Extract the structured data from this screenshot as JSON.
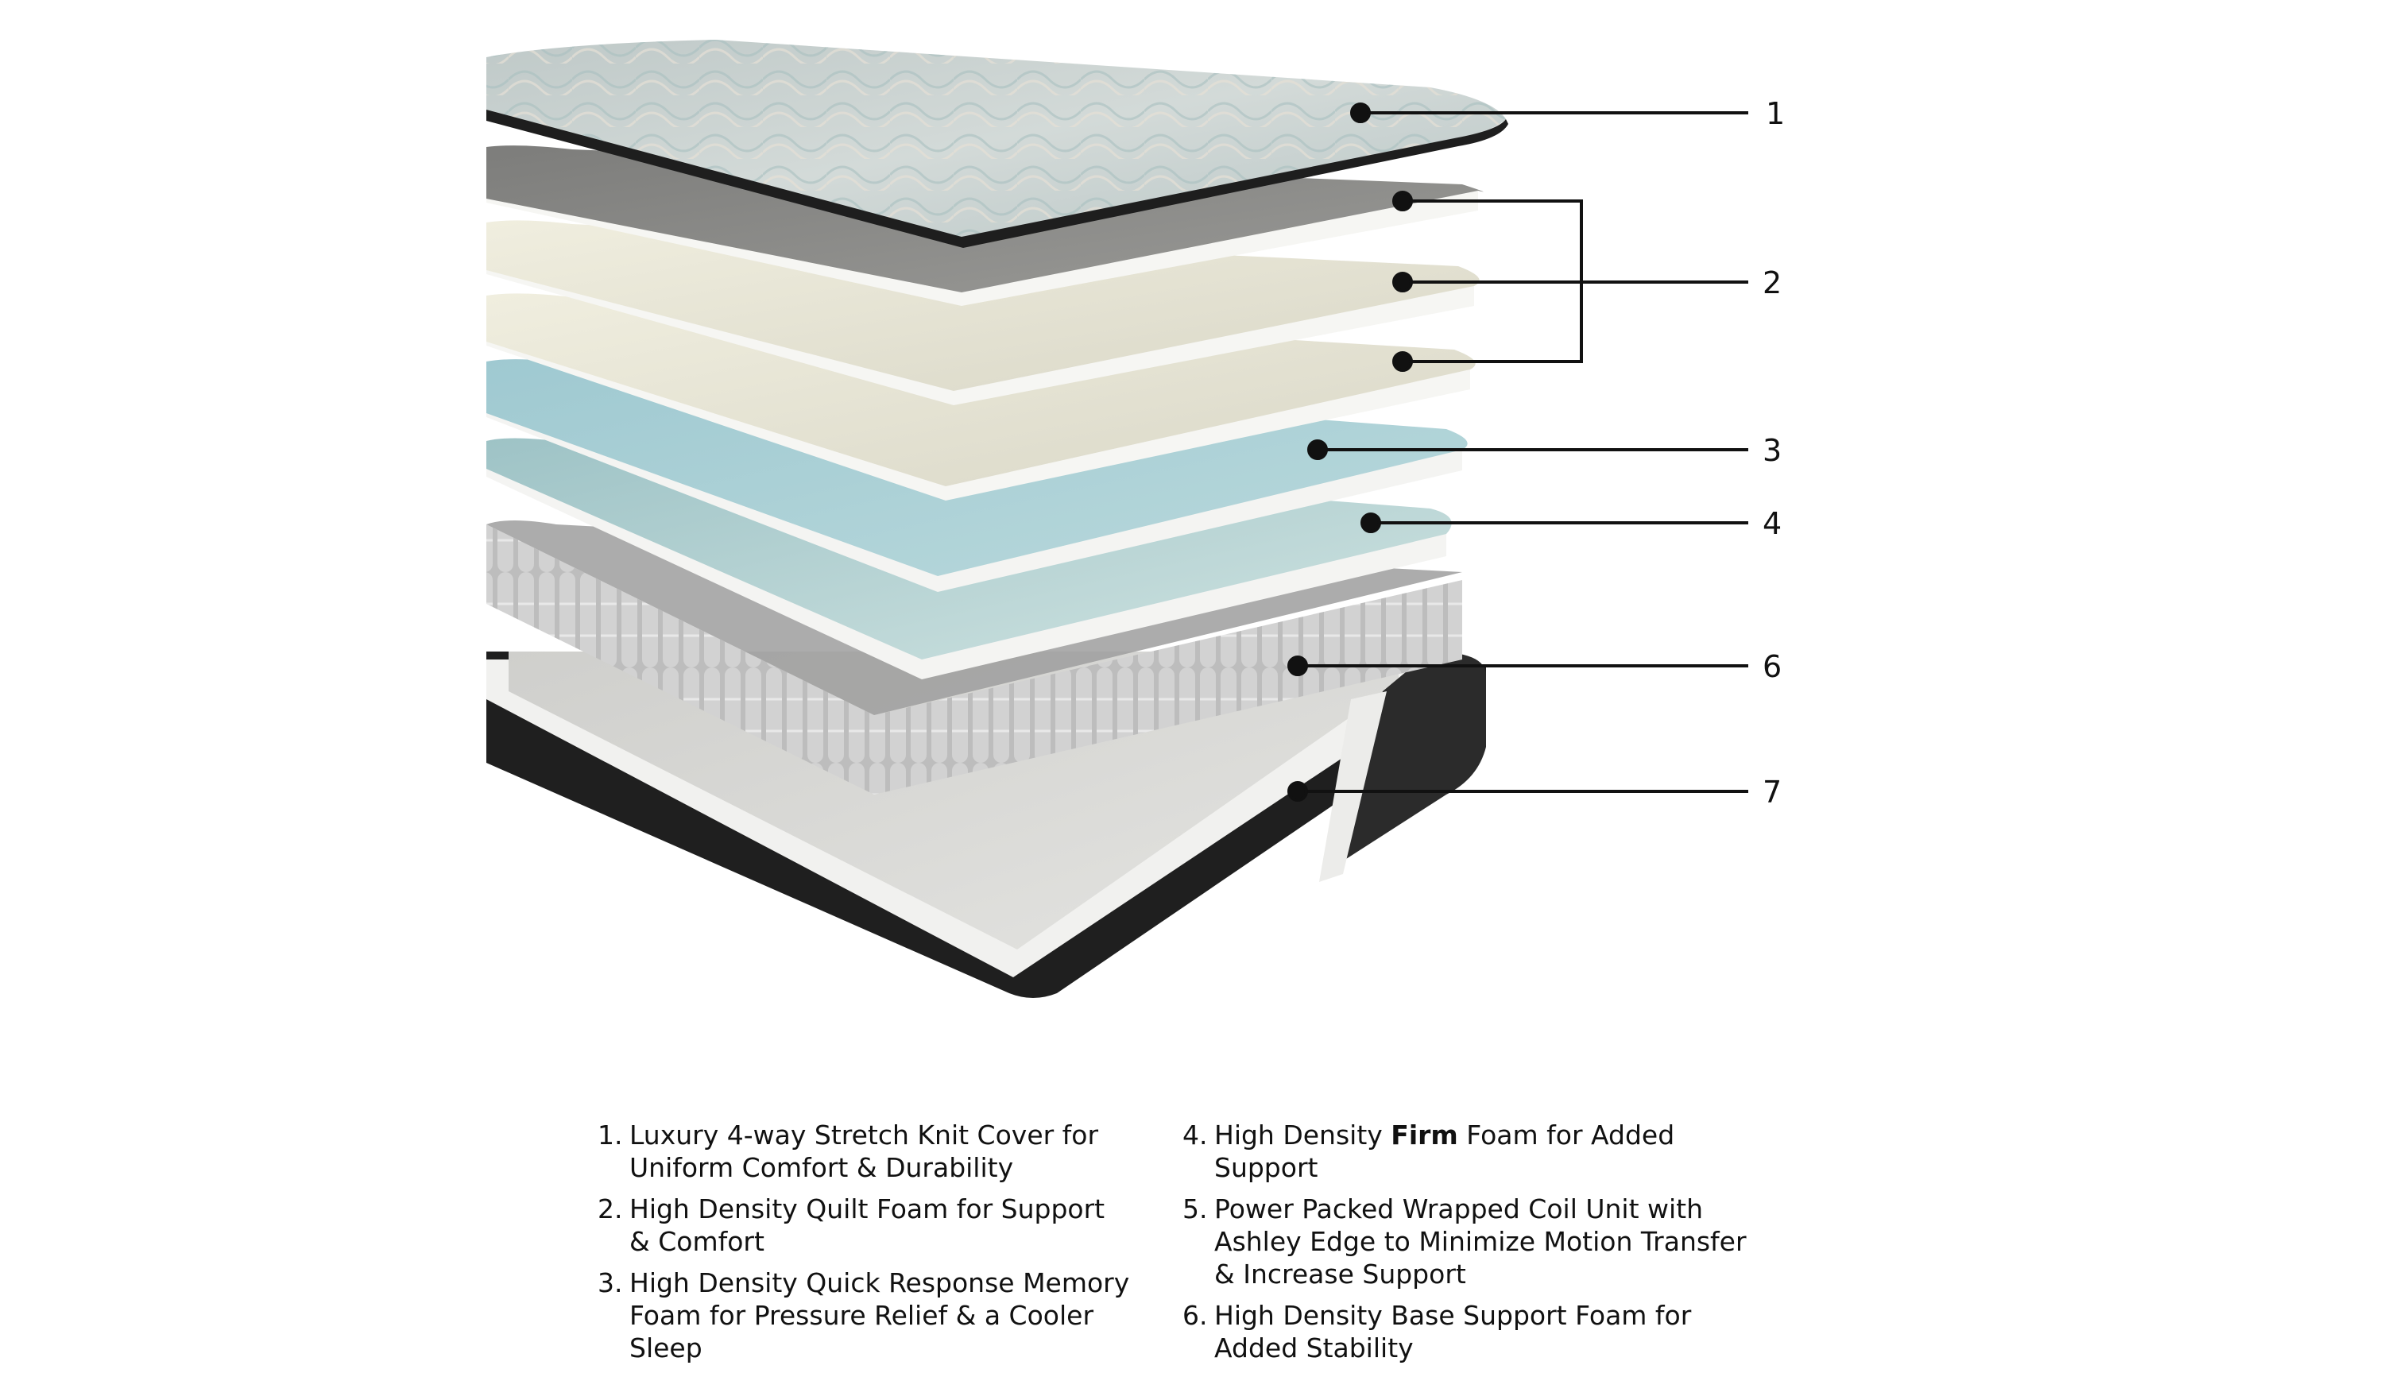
{
  "diagram": {
    "title": "Mattress layer cutaway diagram",
    "colors": {
      "cover": "#c9d2d0",
      "cover_edge": "#1e1e1e",
      "quilt_gray": "#8a8a88",
      "quilt_cream_1": "#e6e3d3",
      "quilt_cream_2": "#e2dfcf",
      "memory_blue": "#a9cdd3",
      "firm_blue": "#bcd8d8",
      "coil": "#b8b8b8",
      "base_foam": "#d9d9d6",
      "border": "#2b2b2b",
      "leader": "#111111"
    },
    "callouts": [
      {
        "label": "1",
        "layer": "Knit cover"
      },
      {
        "label": "2",
        "layer": "Quilt foam (3 layers)"
      },
      {
        "label": "3",
        "layer": "Memory foam"
      },
      {
        "label": "4",
        "layer": "Firm foam"
      },
      {
        "label": "6",
        "layer": "Wrapped coil unit"
      },
      {
        "label": "7",
        "layer": "Base support foam"
      }
    ]
  },
  "legend": {
    "items": [
      {
        "num": "1.",
        "lines": [
          "Luxury 4-way Stretch Knit Cover for",
          "Uniform Comfort & Durability"
        ]
      },
      {
        "num": "2.",
        "lines": [
          "High Density Quilt Foam for Support",
          "& Comfort"
        ]
      },
      {
        "num": "3.",
        "lines": [
          "High Density Quick Response Memory",
          "Foam for Pressure Relief & a Cooler Sleep"
        ]
      },
      {
        "num": "4.",
        "pre": "High Density ",
        "bold": "Firm",
        "post": " Foam for Added Support"
      },
      {
        "num": "5.",
        "lines": [
          "Power Packed Wrapped Coil Unit with",
          "Ashley Edge to Minimize Motion Transfer",
          "& Increase Support"
        ]
      },
      {
        "num": "6.",
        "lines": [
          "High Density Base Support Foam for",
          "Added Stability"
        ]
      }
    ]
  }
}
